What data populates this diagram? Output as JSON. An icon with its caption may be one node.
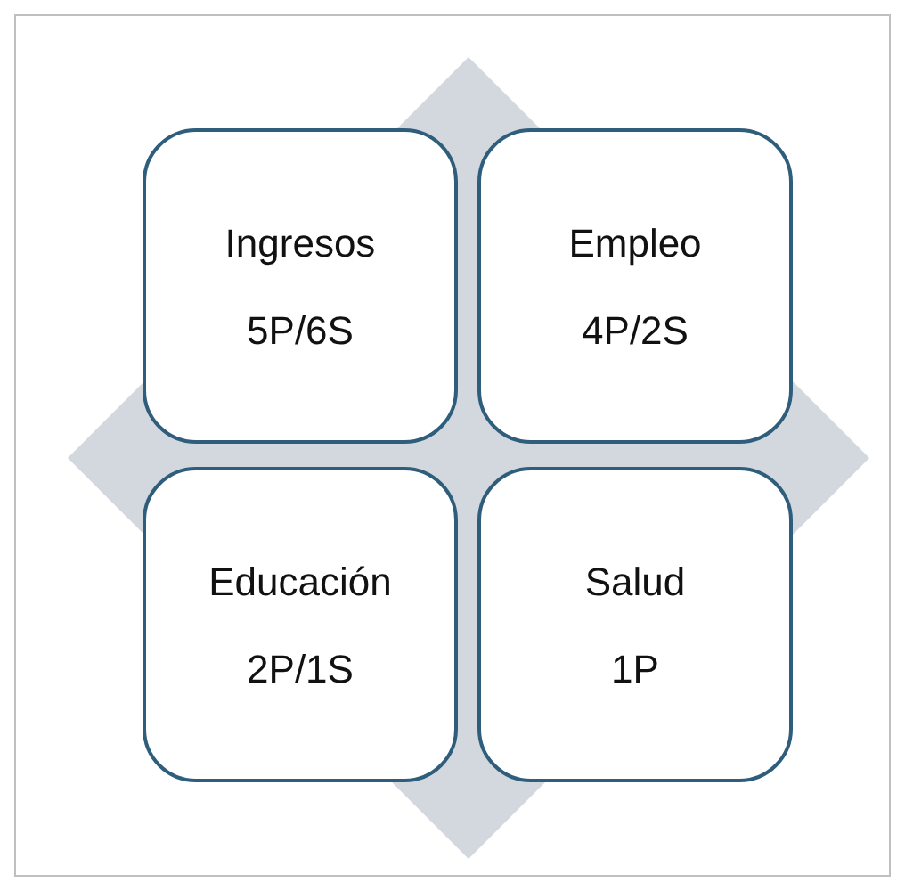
{
  "diagram": {
    "nodes": [
      {
        "text": [
          "Ingresos",
          "5P/6S"
        ]
      },
      {
        "text": [
          "Empleo",
          "4P/2S"
        ]
      },
      {
        "text": [
          "Educación",
          "2P/1S"
        ]
      },
      {
        "text": [
          "Salud",
          "1P"
        ]
      }
    ]
  }
}
